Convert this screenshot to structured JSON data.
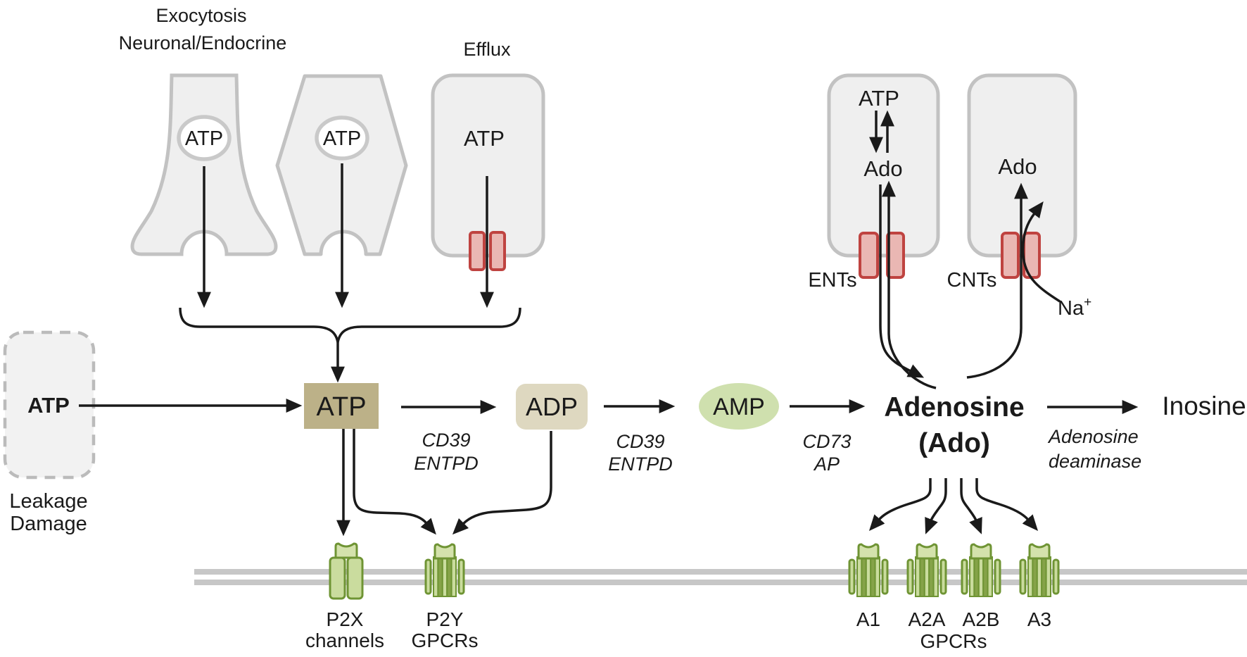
{
  "colors": {
    "blue_text": "#1b6ba6",
    "blue_light": "#2277b5",
    "atp_box_fill": "#bcb188",
    "adp_box_fill": "#ded8c0",
    "amp_fill": "#cfe0ae",
    "cell_fill": "#efefef",
    "cell_stroke": "#c2c2c2",
    "channel_fill": "#eab7b3",
    "channel_stroke": "#bf4340",
    "receptor_fill": "#cadc9e",
    "receptor_fill_dark": "#85a348",
    "receptor_stroke": "#6f9434",
    "membrane": "#c7c7c7",
    "line": "#1a1a1a"
  },
  "top": {
    "exocytosis_line1": "Exocytosis",
    "exocytosis_line2": "Neuronal/Endocrine",
    "efflux_label": "Efflux",
    "vesicle1_atp": "ATP",
    "vesicle2_atp": "ATP",
    "efflux_atp": "ATP"
  },
  "leakage": {
    "atp": "ATP",
    "line1": "Leakage",
    "line2": "Damage"
  },
  "pathway": {
    "atp": "ATP",
    "adp": "ADP",
    "amp": "AMP",
    "adenosine": "Adenosine",
    "ado": "(Ado)",
    "inosine": "Inosine",
    "enzyme1_line1": "CD39",
    "enzyme1_line2": "ENTPD",
    "enzyme2_line1": "CD39",
    "enzyme2_line2": "ENTPD",
    "enzyme3_line1": "CD73",
    "enzyme3_line2": "AP",
    "enzyme4_line1": "Adenosine",
    "enzyme4_line2": "deaminase"
  },
  "transporters": {
    "ent_atp": "ATP",
    "ent_ado": "Ado",
    "cnt_ado": "Ado",
    "ents_label": "ENTs",
    "cnts_label": "CNTs",
    "na_label": "Na",
    "na_sup": "+"
  },
  "receptors": {
    "p2x_line1": "P2X",
    "p2x_line2": "channels",
    "p2y_line1": "P2Y",
    "p2y_line2": "GPCRs",
    "a1": "A1",
    "a2a": "A2A",
    "a2b": "A2B",
    "a3": "A3",
    "gpcrs": "GPCRs"
  }
}
